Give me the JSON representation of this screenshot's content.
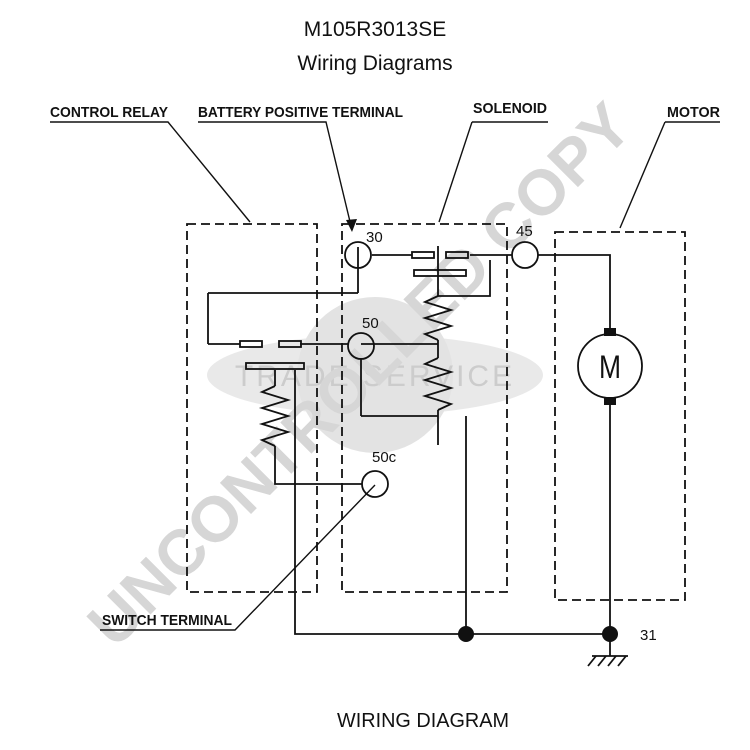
{
  "header": {
    "model": "M105R3013SE",
    "subtitle": "Wiring Diagrams"
  },
  "labels": {
    "control_relay": "CONTROL RELAY",
    "battery_positive_terminal": "BATTERY POSITIVE TERMINAL",
    "solenoid": "SOLENOID",
    "motor": "MOTOR",
    "switch_terminal": "SWITCH TERMINAL"
  },
  "terminals": {
    "t30": "30",
    "t45": "45",
    "t50": "50",
    "t50c": "50c",
    "t31": "31"
  },
  "motor_symbol": "M",
  "footer": {
    "caption": "WIRING DIAGRAM"
  },
  "watermark": {
    "diagonal": "UNCONTROLLED COPY",
    "logo_text": "TRADE SERVICE"
  }
}
